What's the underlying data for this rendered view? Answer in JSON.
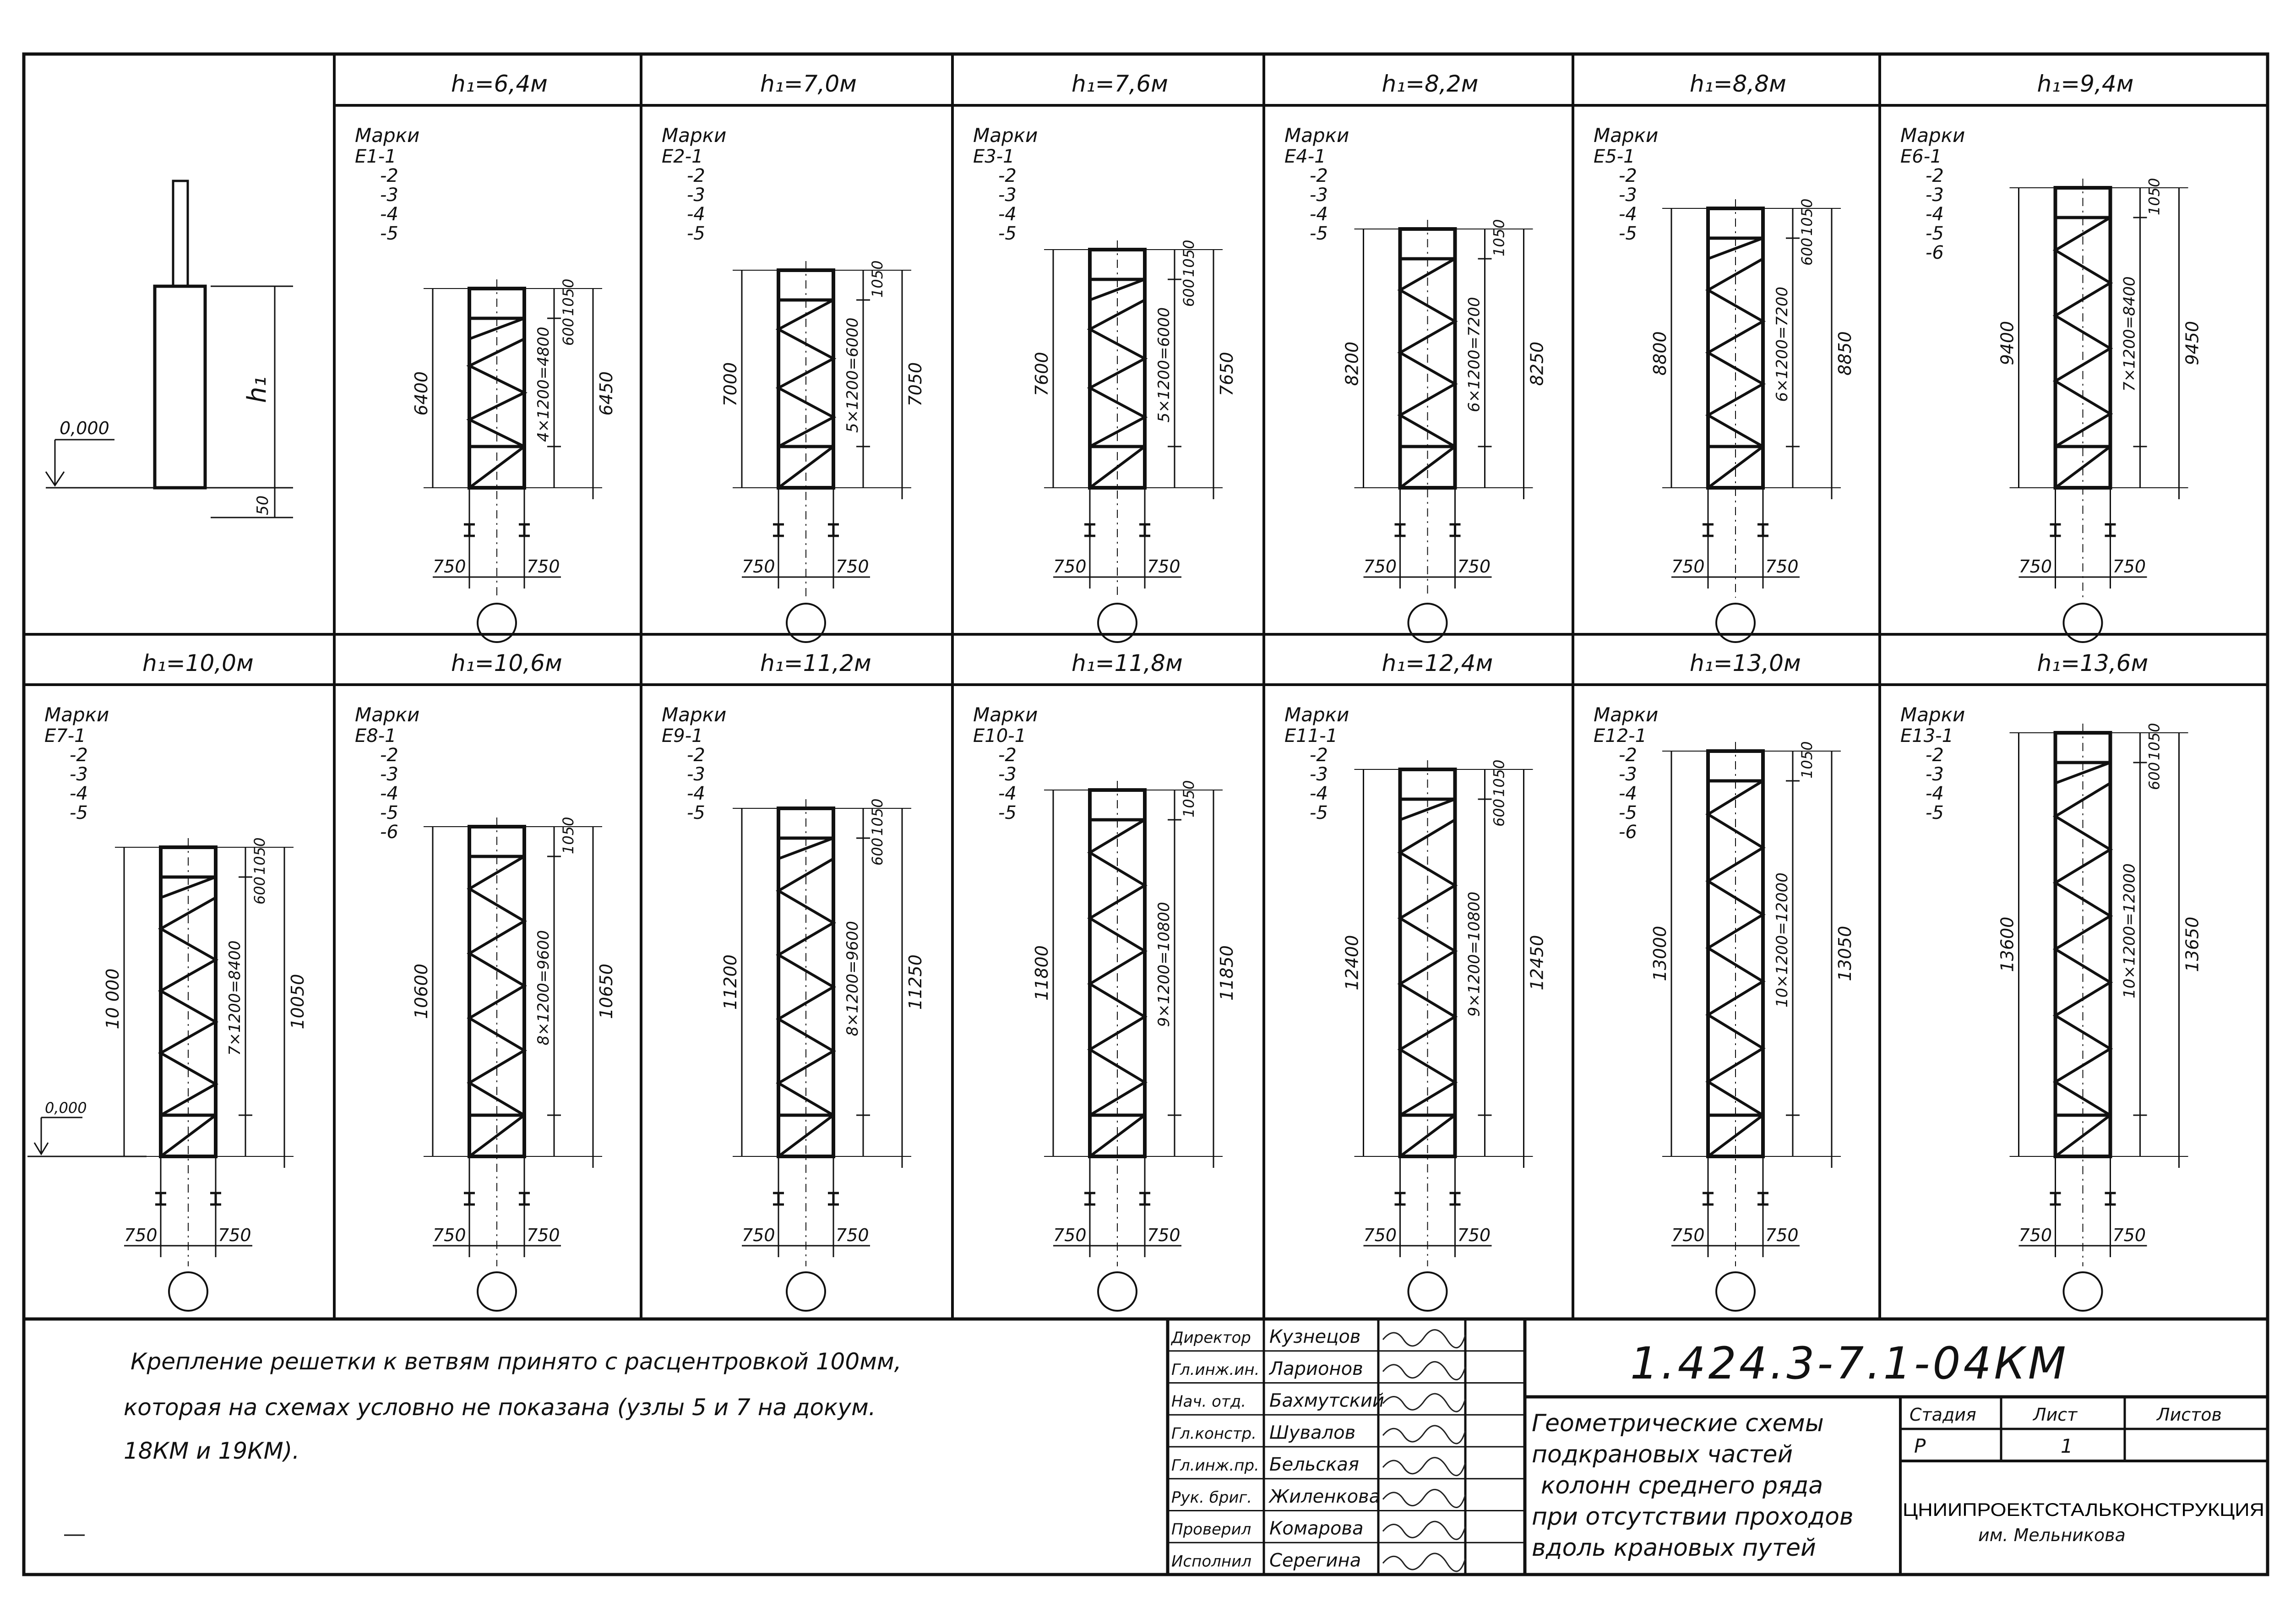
{
  "top_row": [
    {
      "title": "h₁=6,4м",
      "label": "Марки",
      "marks": [
        "Е1-1",
        "-2",
        "-3",
        "-4",
        "-5"
      ],
      "dims": {
        "total": "6400",
        "top": "1050",
        "mid": "600",
        "panels": "4×1200=4800",
        "overall": "6450"
      },
      "n": 4,
      "offset": true
    },
    {
      "title": "h₁=7,0м",
      "label": "Марки",
      "marks": [
        "Е2-1",
        "-2",
        "-3",
        "-4",
        "-5"
      ],
      "dims": {
        "total": "7000",
        "top": "1050",
        "mid": "",
        "panels": "5×1200=6000",
        "overall": "7050"
      },
      "n": 5,
      "offset": false
    },
    {
      "title": "h₁=7,6м",
      "label": "Марки",
      "marks": [
        "Е3-1",
        "-2",
        "-3",
        "-4",
        "-5"
      ],
      "dims": {
        "total": "7600",
        "top": "1050",
        "mid": "600",
        "panels": "5×1200=6000",
        "overall": "7650"
      },
      "n": 5,
      "offset": true
    },
    {
      "title": "h₁=8,2м",
      "label": "Марки",
      "marks": [
        "Е4-1",
        "-2",
        "-3",
        "-4",
        "-5"
      ],
      "dims": {
        "total": "8200",
        "top": "1050",
        "mid": "",
        "panels": "6×1200=7200",
        "overall": "8250"
      },
      "n": 6,
      "offset": false
    },
    {
      "title": "h₁=8,8м",
      "label": "Марки",
      "marks": [
        "Е5-1",
        "-2",
        "-3",
        "-4",
        "-5"
      ],
      "dims": {
        "total": "8800",
        "top": "1050",
        "mid": "600",
        "panels": "6×1200=7200",
        "overall": "8850"
      },
      "n": 6,
      "offset": true
    },
    {
      "title": "h₁=9,4м",
      "label": "Марки",
      "marks": [
        "Е6-1",
        "-2",
        "-3",
        "-4",
        "-5",
        "-6"
      ],
      "dims": {
        "total": "9400",
        "top": "1050",
        "mid": "",
        "panels": "7×1200=8400",
        "overall": "9450"
      },
      "n": 7,
      "offset": false
    }
  ],
  "bottom_row": [
    {
      "title": "h₁=10,0м",
      "label": "Марки",
      "marks": [
        "Е7-1",
        "-2",
        "-3",
        "-4",
        "-5"
      ],
      "dims": {
        "total": "10 000",
        "top": "1050",
        "mid": "600",
        "panels": "7×1200=8400",
        "overall": "10050"
      },
      "n": 7,
      "offset": true
    },
    {
      "title": "h₁=10,6м",
      "label": "Марки",
      "marks": [
        "Е8-1",
        "-2",
        "-3",
        "-4",
        "-5",
        "-6"
      ],
      "dims": {
        "total": "10600",
        "top": "1050",
        "mid": "",
        "panels": "8×1200=9600",
        "overall": "10650"
      },
      "n": 8,
      "offset": false
    },
    {
      "title": "h₁=11,2м",
      "label": "Марки",
      "marks": [
        "Е9-1",
        "-2",
        "-3",
        "-4",
        "-5"
      ],
      "dims": {
        "total": "11200",
        "top": "1050",
        "mid": "600",
        "panels": "8×1200=9600",
        "overall": "11250"
      },
      "n": 8,
      "offset": true
    },
    {
      "title": "h₁=11,8м",
      "label": "Марки",
      "marks": [
        "Е10-1",
        "-2",
        "-3",
        "-4",
        "-5"
      ],
      "dims": {
        "total": "11800",
        "top": "1050",
        "mid": "",
        "panels": "9×1200=10800",
        "overall": "11850"
      },
      "n": 9,
      "offset": false
    },
    {
      "title": "h₁=12,4м",
      "label": "Марки",
      "marks": [
        "Е11-1",
        "-2",
        "-3",
        "-4",
        "-5"
      ],
      "dims": {
        "total": "12400",
        "top": "1050",
        "mid": "600",
        "panels": "9×1200=10800",
        "overall": "12450"
      },
      "n": 9,
      "offset": true
    },
    {
      "title": "h₁=13,0м",
      "label": "Марки",
      "marks": [
        "Е12-1",
        "-2",
        "-3",
        "-4",
        "-5",
        "-6"
      ],
      "dims": {
        "total": "13000",
        "top": "1050",
        "mid": "",
        "panels": "10×1200=12000",
        "overall": "13050"
      },
      "n": 10,
      "offset": false
    },
    {
      "title": "h₁=13,6м",
      "label": "Марки",
      "marks": [
        "Е13-1",
        "-2",
        "-3",
        "-4",
        "-5"
      ],
      "dims": {
        "total": "13600",
        "top": "1050",
        "mid": "600",
        "panels": "10×1200=12000",
        "overall": "13650"
      },
      "n": 10,
      "offset": true
    }
  ],
  "key": {
    "h1": "h₁",
    "zero": "0,000",
    "base": "50"
  },
  "common": {
    "half_width": "750",
    "zero_small": "0,000"
  },
  "note": {
    "line1": "Крепление решетки к ветвям принято с расцентровкой 100мм,",
    "line2": "которая на схемах условно не показана (узлы 5 и 7 на докум.",
    "line3": "18КМ и 19КМ)."
  },
  "stamp": {
    "code": "1.424.3-7.1-04КМ",
    "title_lines": [
      "Геометрические схемы",
      "подкрановых частей",
      "колонн среднего ряда",
      "при отсутствии проходов",
      "вдоль крановых путей"
    ],
    "roles": [
      {
        "role": "Директор",
        "name": "Кузнецов"
      },
      {
        "role": "Гл.инж.ин.",
        "name": "Ларионов"
      },
      {
        "role": "Нач. отд.",
        "name": "Бахмутский"
      },
      {
        "role": "Гл.констр.",
        "name": "Шувалов"
      },
      {
        "role": "Гл.инж.пр.",
        "name": "Бельская"
      },
      {
        "role": "Рук. бриг.",
        "name": "Жиленкова"
      },
      {
        "role": "Проверил",
        "name": "Комарова"
      },
      {
        "role": "Исполнил",
        "name": "Серегина"
      }
    ],
    "stage_label": "Стадия",
    "sheet_label": "Лист",
    "sheets_label": "Листов",
    "stage": "Р",
    "sheet": "1",
    "org": "ЦНИИПРОЕКТСТАЛЬКОНСТРУКЦИЯ",
    "org_sub": "им. Мельникова"
  }
}
